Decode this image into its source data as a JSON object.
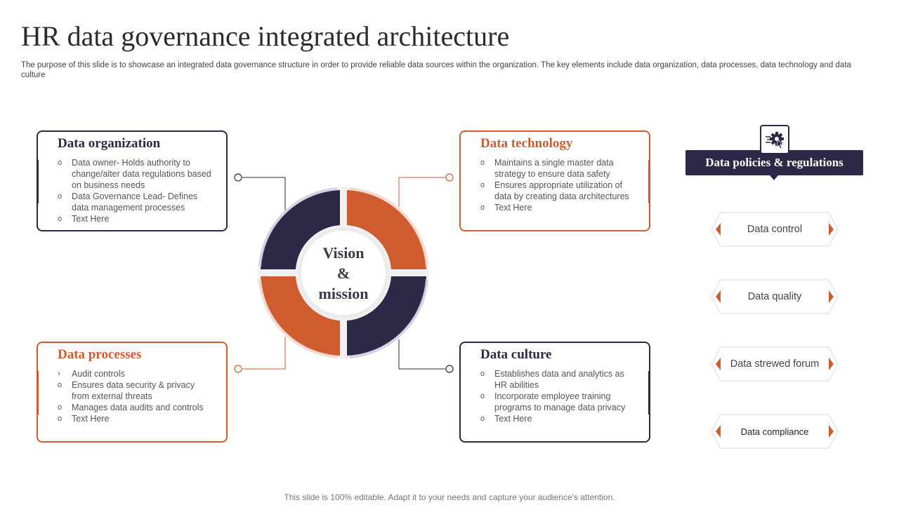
{
  "title": "HR data governance integrated architecture",
  "subtitle": "The purpose of this slide is to showcase an integrated data governance structure in order to provide reliable data sources within the organization. The key elements include data organization, data processes, data technology and data culture",
  "center": {
    "line1": "Vision",
    "line2": "&",
    "line3": "mission"
  },
  "cards": {
    "organization": {
      "title": "Data organization",
      "items": [
        {
          "mark": "o",
          "text": "Data owner- Holds authority to change/alter data regulations based on business needs"
        },
        {
          "mark": "o",
          "text": "Data Governance Lead- Defines data management processes"
        },
        {
          "mark": "o",
          "text": "Text Here"
        }
      ]
    },
    "technology": {
      "title": "Data technology",
      "items": [
        {
          "mark": "o",
          "text": "Maintains a single master data strategy to ensure data safety"
        },
        {
          "mark": "o",
          "text": "Ensures appropriate utilization of data by creating data architectures"
        },
        {
          "mark": "o",
          "text": "Text Here"
        }
      ]
    },
    "processes": {
      "title": "Data processes",
      "items": [
        {
          "mark": "›",
          "text": "Audit controls"
        },
        {
          "mark": "o",
          "text": "Ensures data security & privacy from external threats"
        },
        {
          "mark": "o",
          "text": "Manages data audits and controls"
        },
        {
          "mark": "o",
          "text": "Text Here"
        }
      ]
    },
    "culture": {
      "title": "Data culture",
      "items": [
        {
          "mark": "o",
          "text": "Establishes data and analytics as HR abilities"
        },
        {
          "mark": "o",
          "text": "Incorporate employee training programs to manage data privacy"
        },
        {
          "mark": "o",
          "text": "Text Here"
        }
      ]
    }
  },
  "policies": {
    "title": "Data policies & regulations",
    "icon": "gear-cursor-icon",
    "items": [
      "Data control",
      "Data quality",
      "Data strewed forum",
      "Data compliance"
    ]
  },
  "colors": {
    "navy": "#2b2946",
    "orange": "#cf5c2f"
  },
  "footer": "This slide is 100% editable. Adapt it to your needs and capture your audience's attention."
}
